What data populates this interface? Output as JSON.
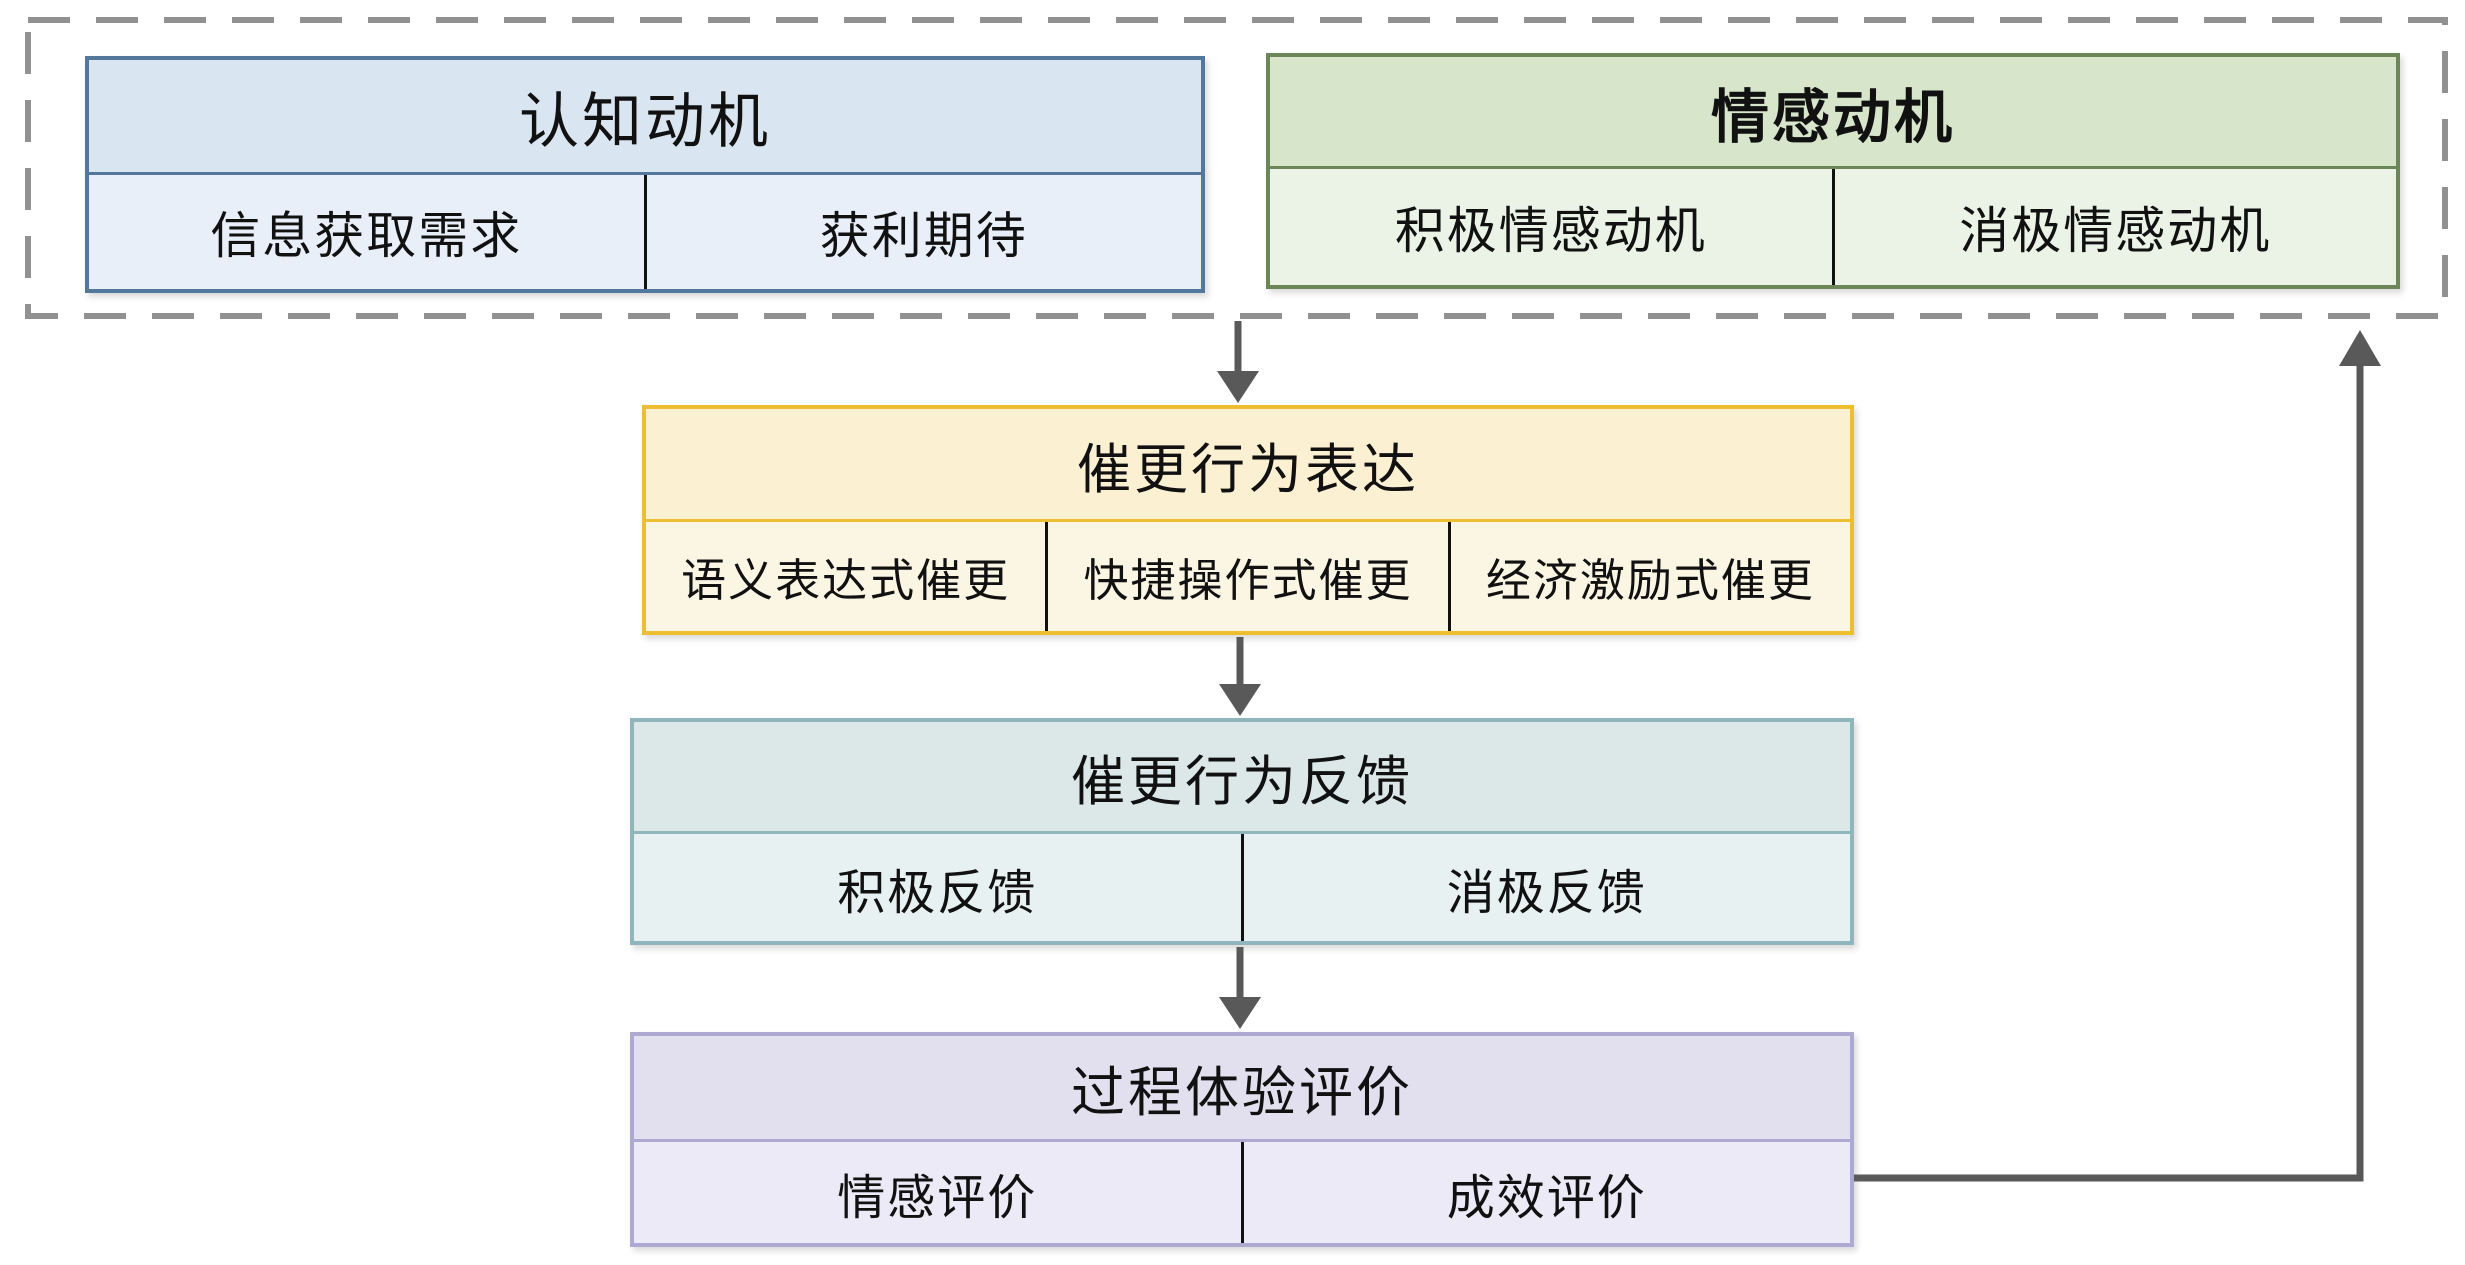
{
  "palette": {
    "blue_border": "#54789c",
    "blue_header_bg": "#dae5f2",
    "blue_cell_bg": "#e9eff9",
    "green_border": "#6b8758",
    "green_header_bg": "#d7e6cb",
    "green_cell_bg": "#eaf3e5",
    "yellow_border": "#edbe2f",
    "yellow_header_bg": "#fcf0d2",
    "yellow_cell_bg": "#fbf5e4",
    "teal_border": "#90b6bd",
    "teal_header_bg": "#dce8e8",
    "teal_cell_bg": "#e8f1f1",
    "purple_border": "#aea9d2",
    "purple_header_bg": "#e2e0ef",
    "purple_cell_bg": "#ebeaf6",
    "arrow": "#595959",
    "dashed_border": "#919191"
  },
  "boxes": {
    "cognitive": {
      "title": "认知动机",
      "cells": [
        "信息获取需求",
        "获利期待"
      ]
    },
    "emotional": {
      "title": "情感动机",
      "cells": [
        "积极情感动机",
        "消极情感动机"
      ]
    },
    "expression": {
      "title": "催更行为表达",
      "cells": [
        "语义表达式催更",
        "快捷操作式催更",
        "经济激励式催更"
      ]
    },
    "feedback": {
      "title": "催更行为反馈",
      "cells": [
        "积极反馈",
        "消极反馈"
      ]
    },
    "evaluation": {
      "title": "过程体验评价",
      "cells": [
        "情感评价",
        "成效评价"
      ]
    }
  }
}
